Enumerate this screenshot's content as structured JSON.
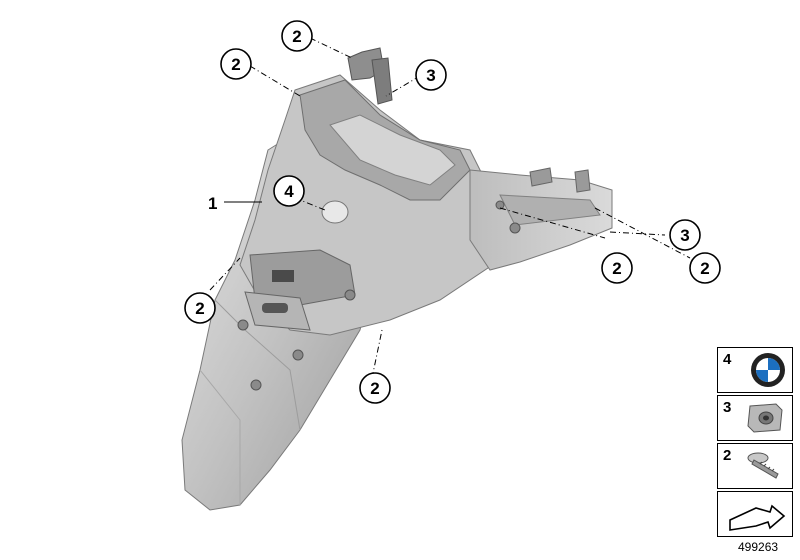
{
  "callouts": {
    "c1": "1",
    "c2a": "2",
    "c2b": "2",
    "c2c": "2",
    "c2d": "2",
    "c2e": "2",
    "c2f": "2",
    "c3a": "3",
    "c3b": "3",
    "c4": "4"
  },
  "legend": {
    "items": [
      {
        "number": "4",
        "icon": "bmw-logo-icon"
      },
      {
        "number": "3",
        "icon": "clip-nut-icon"
      },
      {
        "number": "2",
        "icon": "screw-icon"
      },
      {
        "number": "",
        "icon": "arrow-icon"
      }
    ]
  },
  "image_id": "499263",
  "colors": {
    "part_light": "#d8d8d8",
    "part_mid": "#b4b4b4",
    "part_dark": "#8e8e8e",
    "line": "#000000"
  }
}
